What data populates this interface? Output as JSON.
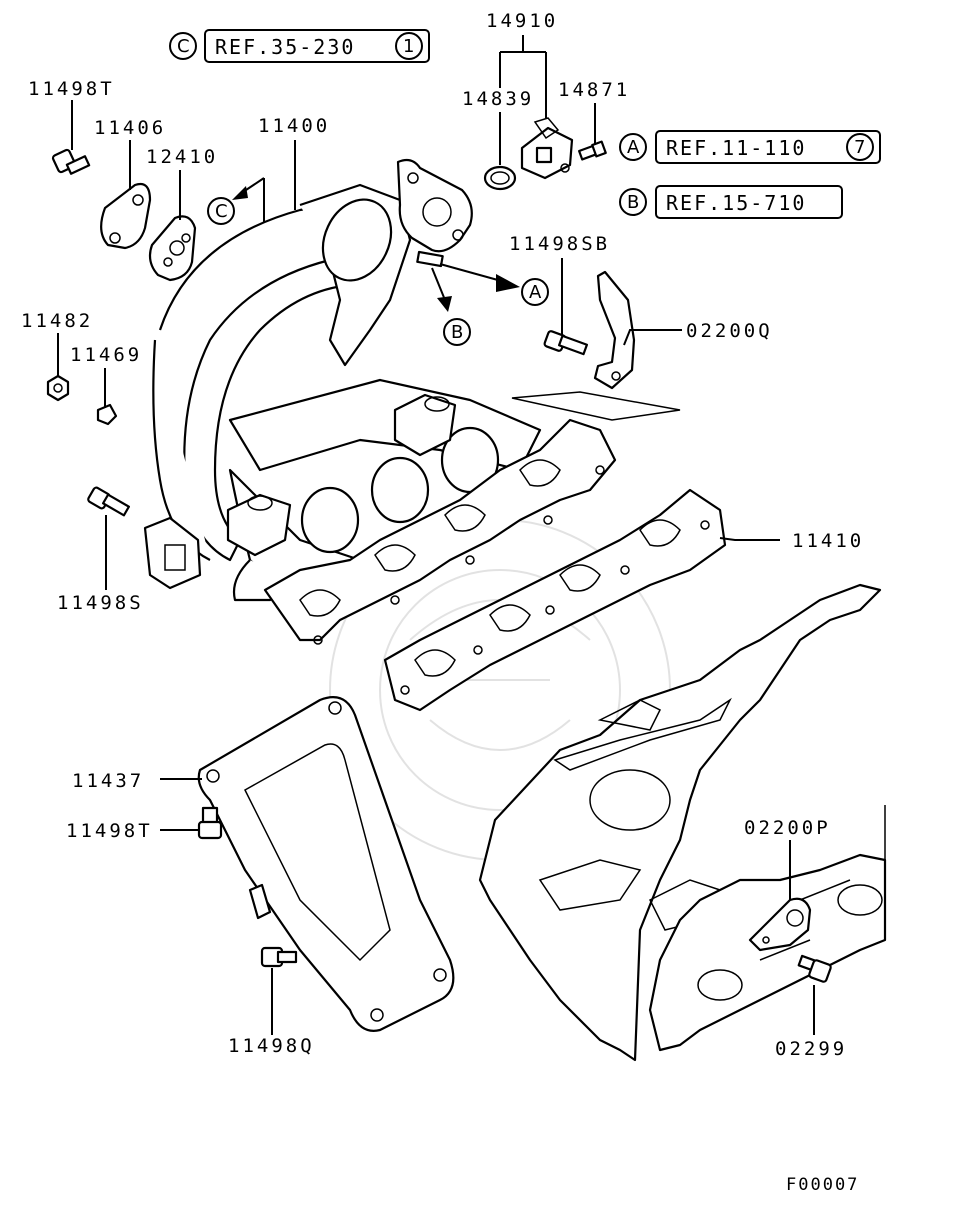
{
  "diagram": {
    "code": "F00007",
    "part_labels": [
      {
        "id": "p14910",
        "text": "14910"
      },
      {
        "id": "p14839",
        "text": "14839"
      },
      {
        "id": "p14871",
        "text": "14871"
      },
      {
        "id": "p11498T_top",
        "text": "11498T"
      },
      {
        "id": "p11406",
        "text": "11406"
      },
      {
        "id": "p12410",
        "text": "12410"
      },
      {
        "id": "p11400",
        "text": "11400"
      },
      {
        "id": "p11498SB",
        "text": "11498SB"
      },
      {
        "id": "p02200Q",
        "text": "02200Q"
      },
      {
        "id": "p11482",
        "text": "11482"
      },
      {
        "id": "p11469",
        "text": "11469"
      },
      {
        "id": "p11498S",
        "text": "11498S"
      },
      {
        "id": "p11410",
        "text": "11410"
      },
      {
        "id": "p11437",
        "text": "11437"
      },
      {
        "id": "p11498T_bot",
        "text": "11498T"
      },
      {
        "id": "p02200P",
        "text": "02200P"
      },
      {
        "id": "p11498Q",
        "text": "11498Q"
      },
      {
        "id": "p02299",
        "text": "02299"
      }
    ],
    "references": [
      {
        "marker": "C",
        "text": "REF.35-230",
        "number": "1"
      },
      {
        "marker": "A",
        "text": "REF.11-110",
        "number": "7"
      },
      {
        "marker": "B",
        "text": "REF.15-710",
        "number": ""
      }
    ],
    "arrow_markers": [
      "C",
      "A",
      "B"
    ]
  }
}
